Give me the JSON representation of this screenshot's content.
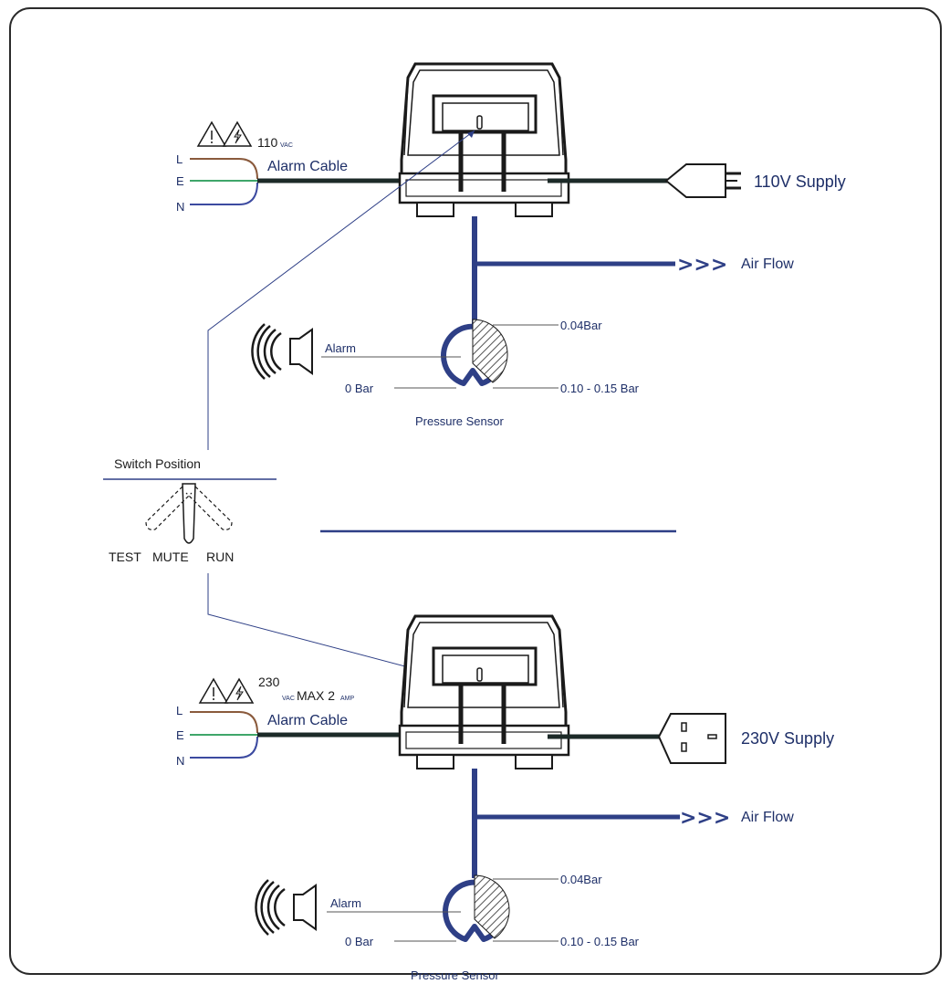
{
  "colors": {
    "navy": "#2e3f86",
    "navy_text": "#1e2f68",
    "cable_dark": "#1c2a28",
    "live_brown": "#8a5a3c",
    "earth_green": "#3fa66a",
    "neutral_blue": "#3c4aa0",
    "frame": "#2a2a2a"
  },
  "top_unit": {
    "voltage": "110",
    "voltage_unit": "VAC",
    "wires": [
      "L",
      "E",
      "N"
    ],
    "alarm_cable_label": "Alarm Cable",
    "supply_label": "110V Supply",
    "plug_icon": "us-plug-icon",
    "air_flow_label": "Air Flow",
    "air_flow_arrows": ">>>",
    "sensor": {
      "caption": "Pressure Sensor",
      "alarm_label": "Alarm",
      "zero_label": "0 Bar",
      "low_label": "0.04Bar",
      "range_label": "0.10 - 0.15 Bar"
    }
  },
  "switch": {
    "title": "Switch Position",
    "positions": [
      "TEST",
      "MUTE",
      "RUN"
    ]
  },
  "bottom_unit": {
    "voltage": "230",
    "voltage_unit": "VAC",
    "max_label": "MAX 2",
    "max_unit": "AMP",
    "wires": [
      "L",
      "E",
      "N"
    ],
    "alarm_cable_label": "Alarm Cable",
    "supply_label": "230V Supply",
    "plug_icon": "uk-plug-icon",
    "air_flow_label": "Air Flow",
    "air_flow_arrows": ">>>",
    "sensor": {
      "caption": "Pressure Sensor",
      "alarm_label": "Alarm",
      "zero_label": "0 Bar",
      "low_label": "0.04Bar",
      "range_label": "0.10 - 0.15 Bar"
    }
  }
}
